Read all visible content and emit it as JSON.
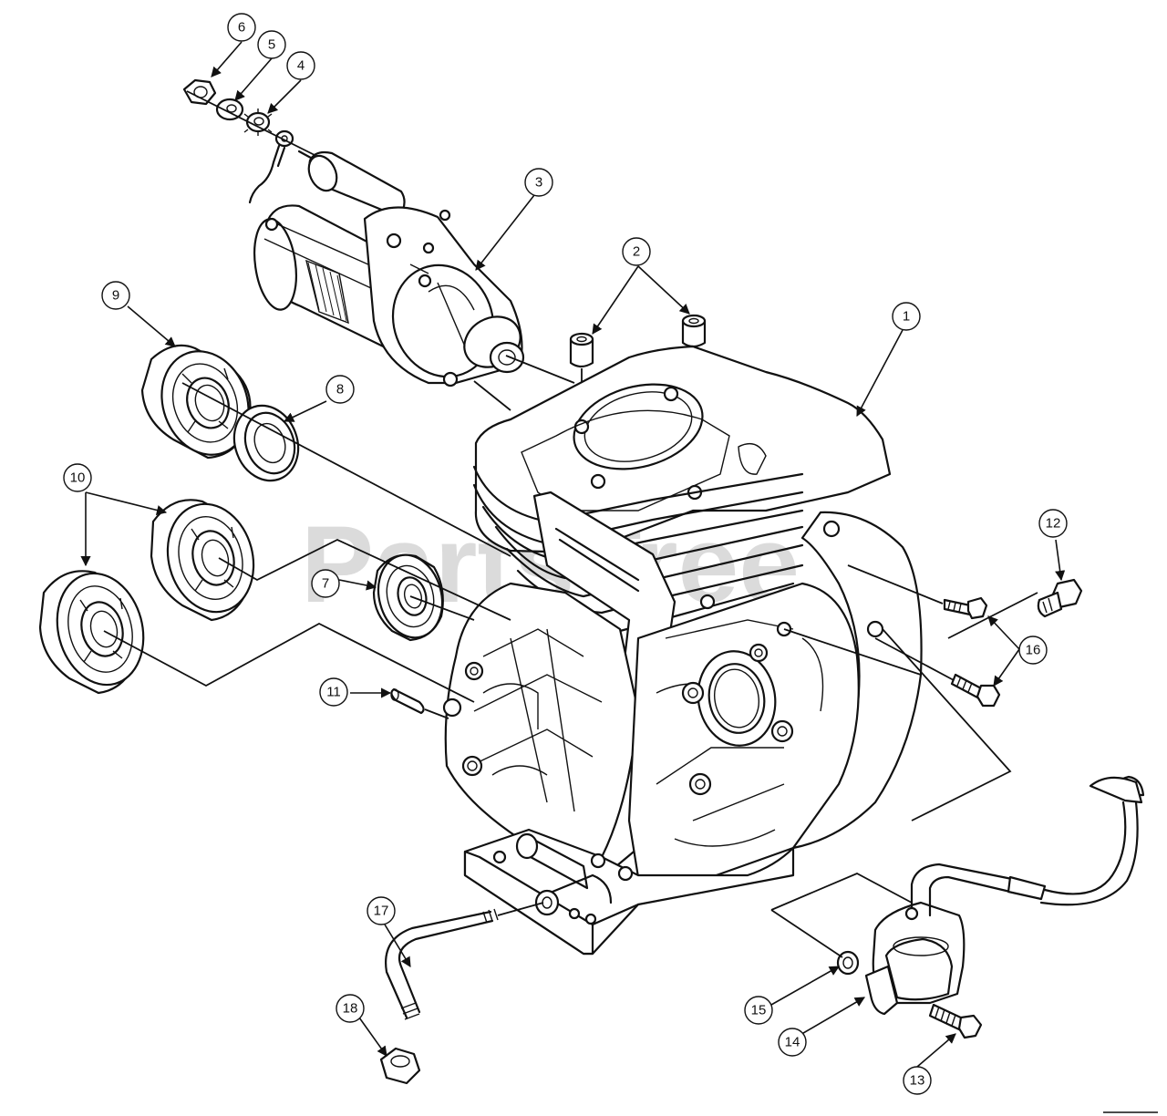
{
  "watermark": "PartsTree",
  "callouts": {
    "c1": "1",
    "c2": "2",
    "c3": "3",
    "c4": "4",
    "c5": "5",
    "c6": "6",
    "c7": "7",
    "c8": "8",
    "c9": "9",
    "c10": "10",
    "c11": "11",
    "c12": "12",
    "c13": "13",
    "c14": "14",
    "c15": "15",
    "c16": "16",
    "c17": "17",
    "c18": "18"
  }
}
